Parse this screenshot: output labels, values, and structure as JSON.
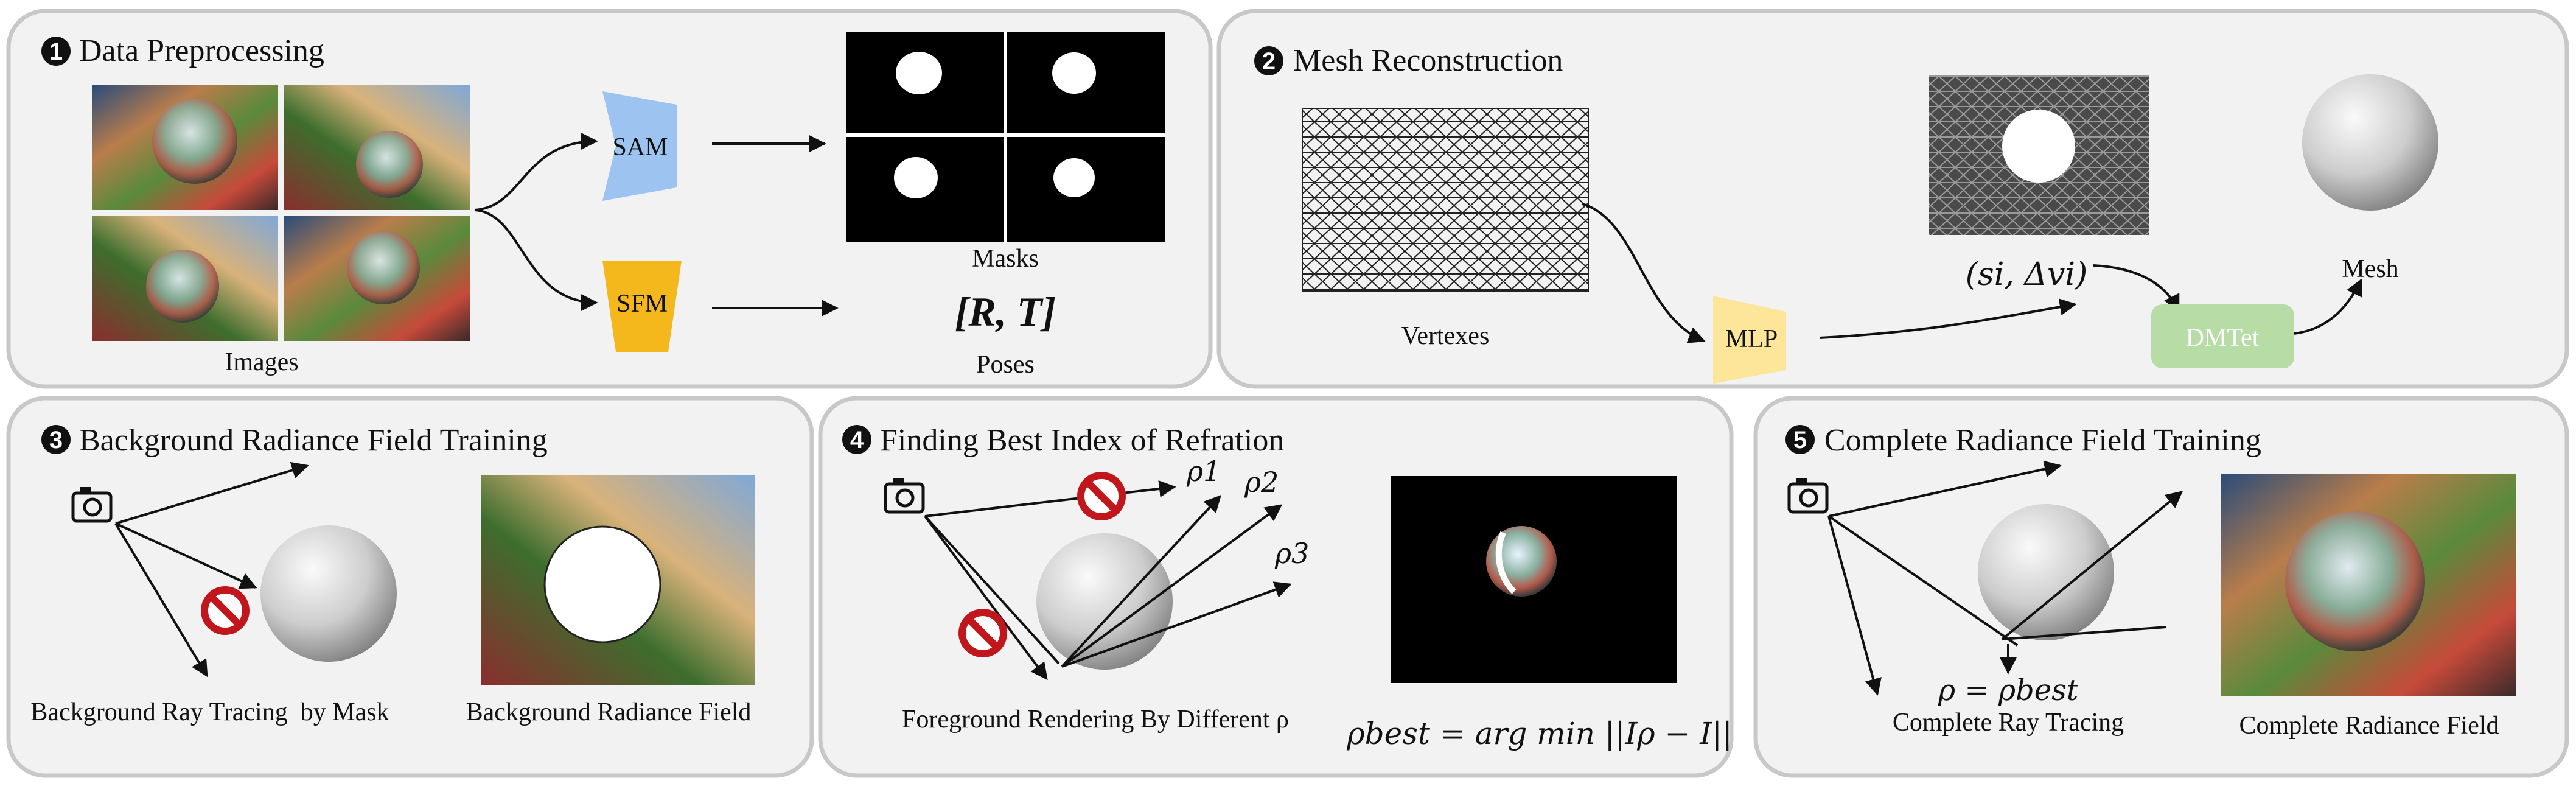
{
  "panels": {
    "p1": {
      "num": "1",
      "title": "Data Preprocessing",
      "images_label": "Images",
      "sam_label": "SAM",
      "sfm_label": "SFM",
      "masks_label": "Masks",
      "poses_formula": "[R, T]",
      "poses_label": "Poses"
    },
    "p2": {
      "num": "2",
      "title": "Mesh Reconstruction",
      "vertexes_label": "Vertexes",
      "mlp_label": "MLP",
      "sdv_formula": "(si, Δvi)",
      "dmtet_label": "DMTet",
      "mesh_label": "Mesh"
    },
    "p3": {
      "num": "3",
      "title": "Background  Radiance  Field Training",
      "ray_label": "Background Ray Tracing  by Mask",
      "field_label": "Background Radiance Field"
    },
    "p4": {
      "num": "4",
      "title": "Finding Best Index of Refration",
      "rho1": "ρ1",
      "rho2": "ρ2",
      "rho3": "ρ3",
      "render_label": "Foreground Rendering By Different ρ",
      "argmin_formula": "ρbest = arg min ||Iρ − I||"
    },
    "p5": {
      "num": "5",
      "title": "Complete Radiance Field Training",
      "rho_best_formula": "ρ = ρbest",
      "ray_label": "Complete Ray Tracing",
      "field_label": "Complete Radiance Field"
    }
  },
  "colors": {
    "panel_bg": "#f2f2f2",
    "panel_border": "#c8c8c8",
    "sam": "#9dc3f0",
    "sfm": "#f5b81c",
    "mlp": "#fde59a",
    "dmtet": "#b8dca6",
    "stop": "#c0161c"
  }
}
